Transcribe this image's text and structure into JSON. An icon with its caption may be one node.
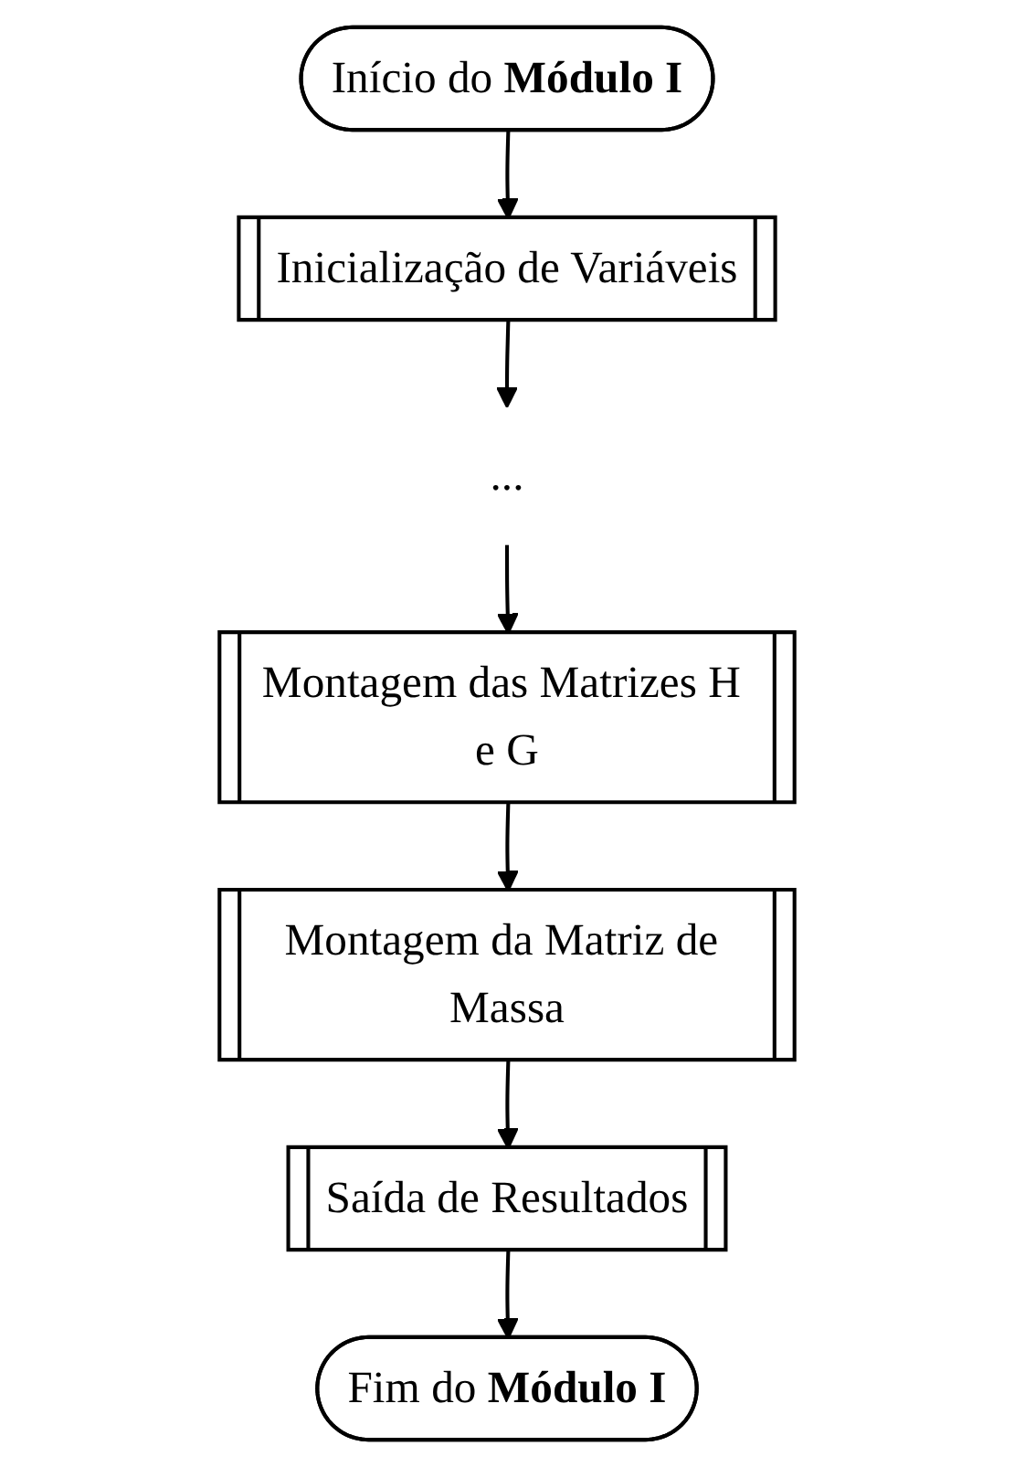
{
  "diagram": {
    "nodes": [
      {
        "text": [
          "Início do **Módulo I**"
        ]
      },
      {
        "text": [
          "Inicialização de Variáveis"
        ]
      },
      {
        "text": [
          "..."
        ]
      },
      {
        "text": [
          "Montagem das Matrizes H e G"
        ]
      },
      {
        "text": [
          "Montagem da Matriz de Massa"
        ]
      },
      {
        "text": [
          "Saída de Resultados"
        ]
      },
      {
        "text": [
          "Fim do **Módulo I**"
        ]
      }
    ],
    "edges": [
      {
        "from": 0,
        "to": 1,
        "arrow": "to"
      },
      {
        "from": 1,
        "to": 2,
        "arrow": "to"
      },
      {
        "from": 2,
        "to": 3,
        "arrow": "to"
      },
      {
        "from": 3,
        "to": 4,
        "arrow": "to"
      },
      {
        "from": 4,
        "to": 5,
        "arrow": "to"
      },
      {
        "from": 5,
        "to": 6,
        "arrow": "to"
      }
    ]
  }
}
